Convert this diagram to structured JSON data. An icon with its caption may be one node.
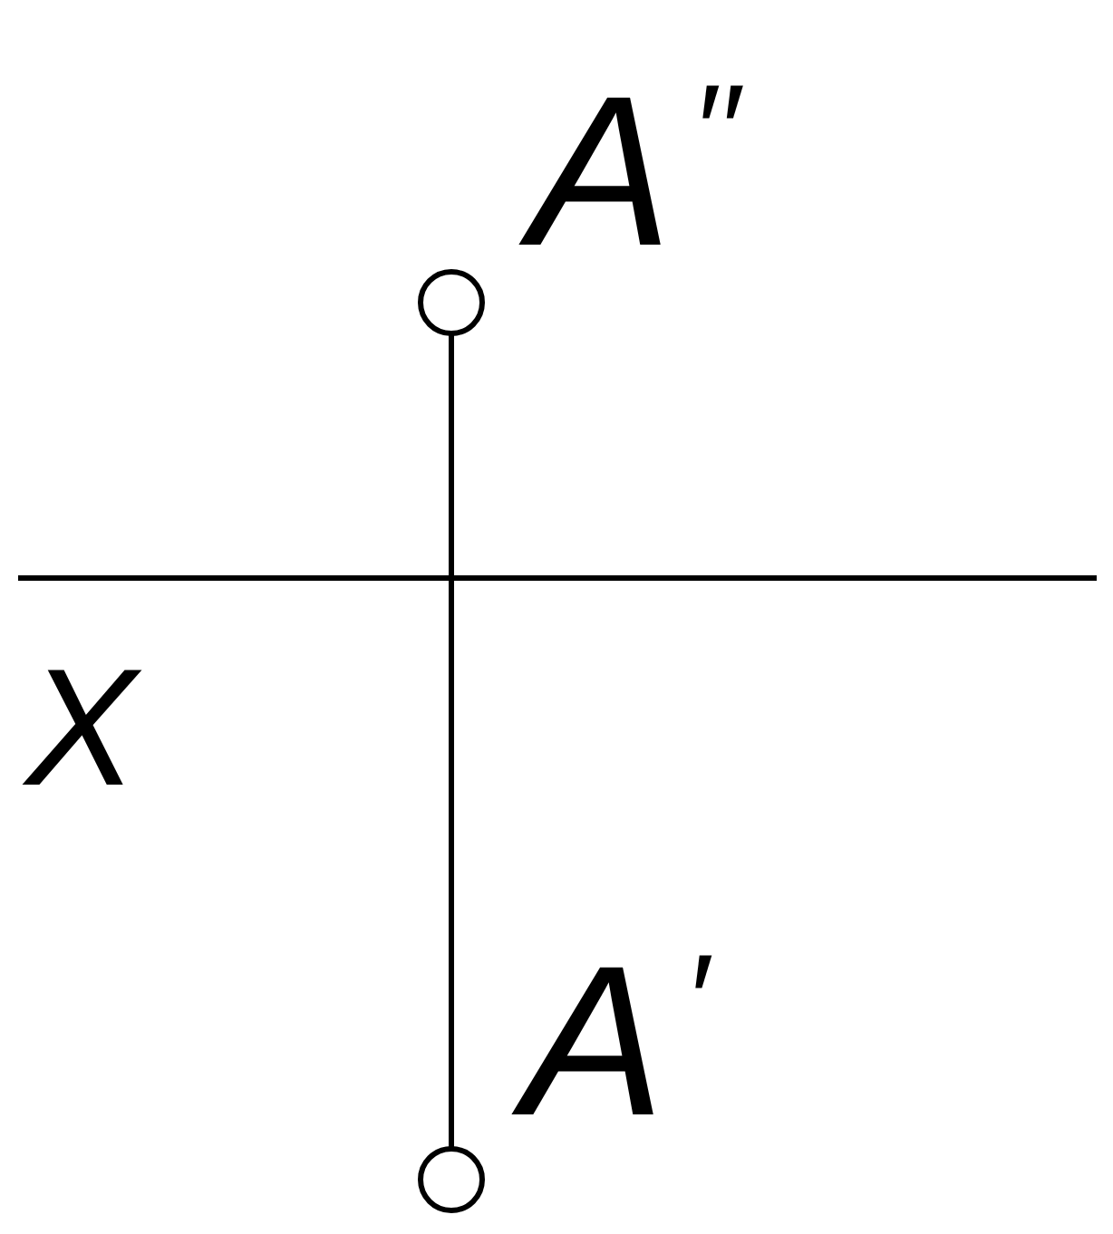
{
  "diagram": {
    "nodes": [
      {
        "text": [],
        "shape": "circle",
        "beside": [
          "A$^{′′}$"
        ]
      },
      {
        "text": [],
        "shape": "circle",
        "beside": [
          "A$^{′}$"
        ]
      }
    ],
    "edges": [
      {
        "from": 0,
        "to": 1,
        "arrow": "none"
      }
    ],
    "labels": [
      "X"
    ]
  }
}
